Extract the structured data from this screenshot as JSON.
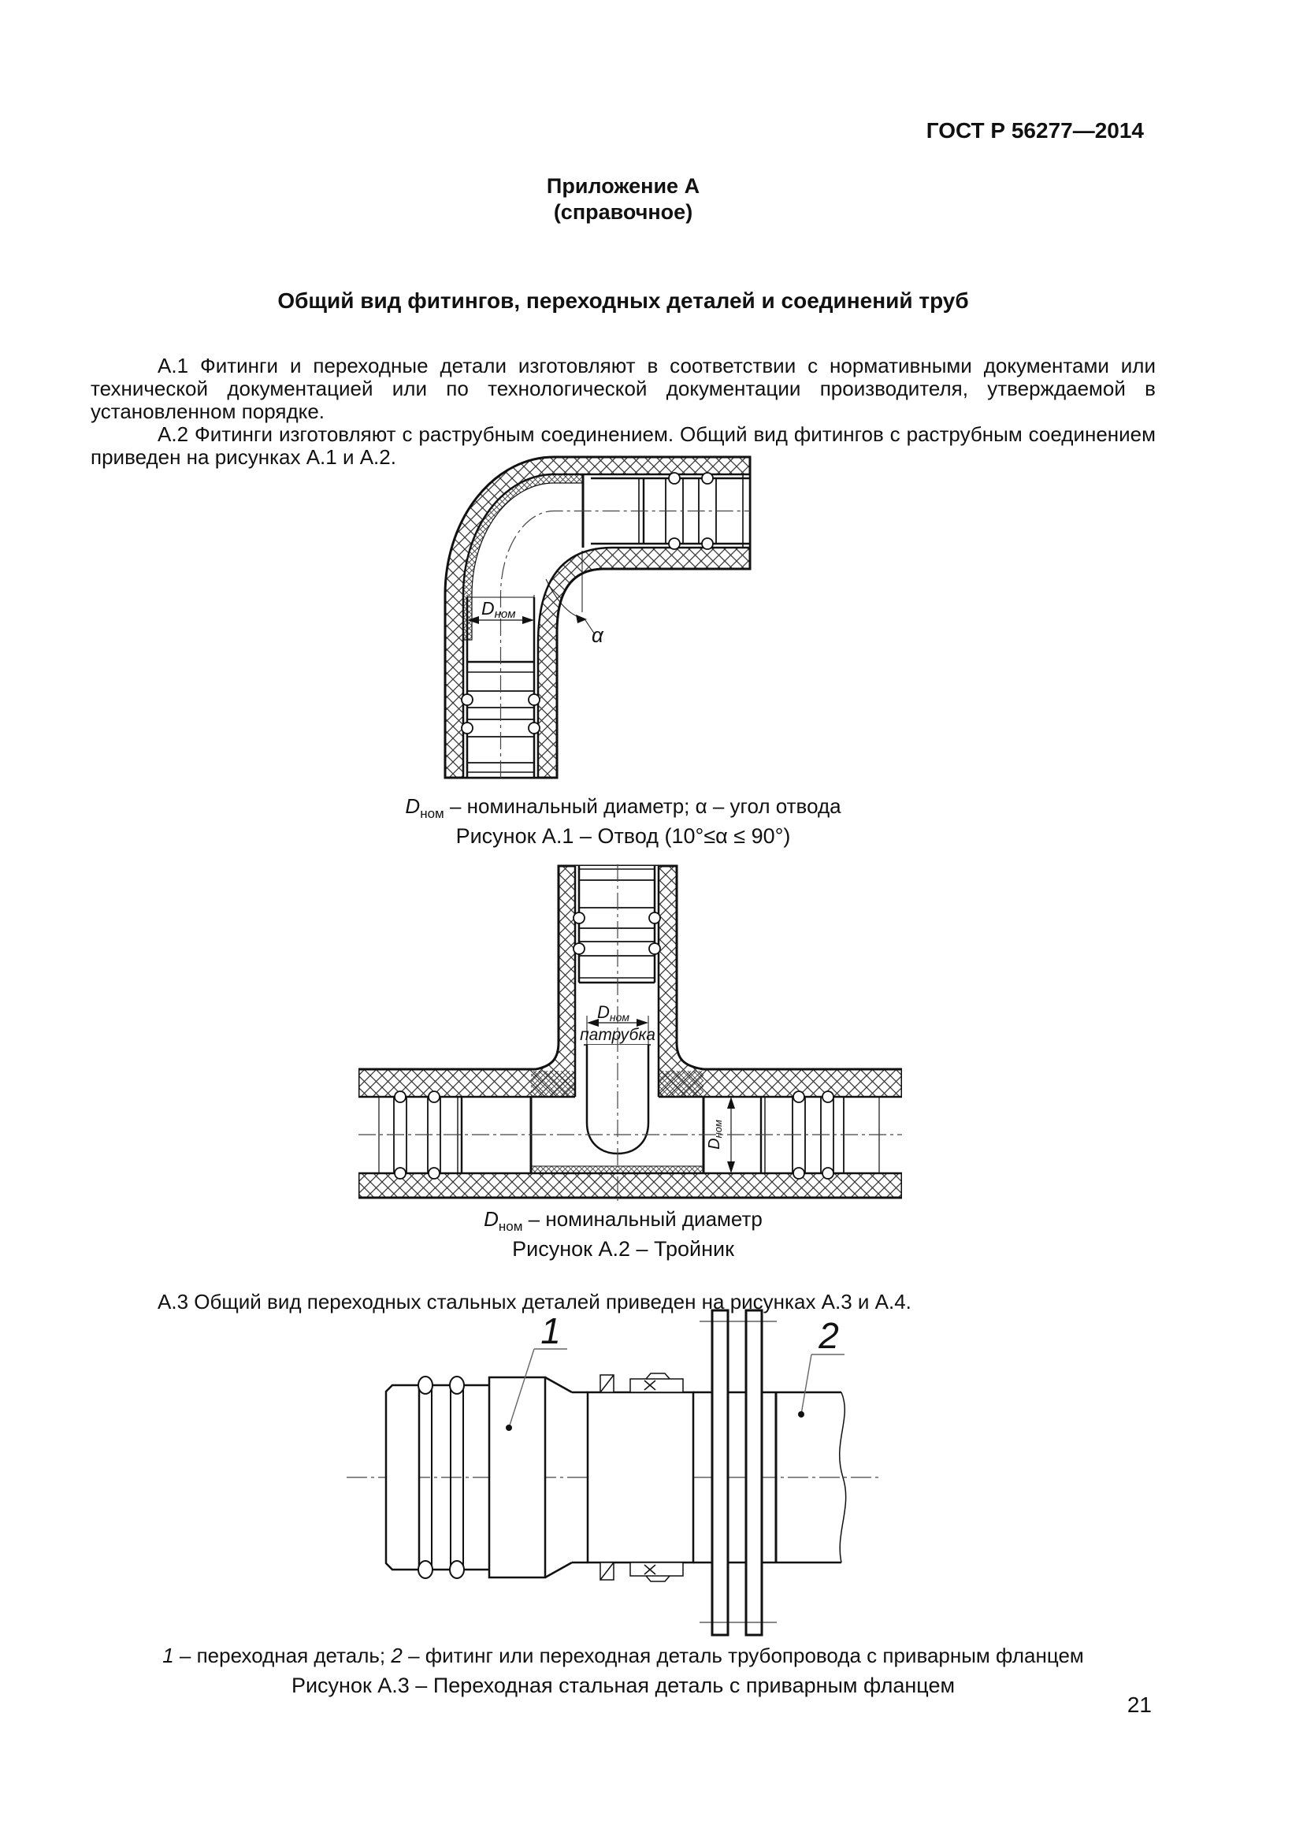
{
  "page": {
    "header": "ГОСТ Р 56277—2014",
    "page_number": "21"
  },
  "appendix": {
    "label": "Приложение А",
    "type": "(справочное)",
    "title": "Общий вид фитингов, переходных деталей и соединений труб"
  },
  "paragraphs": {
    "a1": "А.1 Фитинги и переходные детали изготовляют в соответствии с нормативными документами или технической документацией или по технологической документации производителя, утверждаемой в установленном порядке.",
    "a2": "А.2 Фитинги изготовляют с раструбным соединением. Общий вид фитингов с раструбным соединением приведен на рисунках А.1 и А.2.",
    "a3": "А.3 Общий вид переходных стальных деталей приведен на рисунках А.3 и А.4."
  },
  "figure_a1": {
    "label_d": "D",
    "label_d_sub": "ном",
    "label_alpha": "α",
    "legend_d": "D",
    "legend_d_sub": "ном",
    "legend_text": " – номинальный диаметр; α – угол отвода",
    "caption": "Рисунок А.1 – Отвод (10°≤α ≤ 90°)"
  },
  "figure_a2": {
    "label_d": "D",
    "label_d_sub": "ном",
    "label_patrubok": "патрубка",
    "label_dim_d": "D",
    "label_dim_d_sub": "ном",
    "legend_d": "D",
    "legend_d_sub": "ном",
    "legend_text": " – номинальный диаметр",
    "caption": "Рисунок А.2 – Тройник"
  },
  "figure_a3": {
    "callout_1": "1",
    "callout_2": "2",
    "legend_1": "1",
    "legend_1_text": " – переходная деталь; ",
    "legend_2": "2",
    "legend_2_text": " – фитинг или переходная деталь трубопровода с приварным фланцем",
    "caption": "Рисунок А.3 – Переходная стальная деталь с приварным фланцем"
  }
}
